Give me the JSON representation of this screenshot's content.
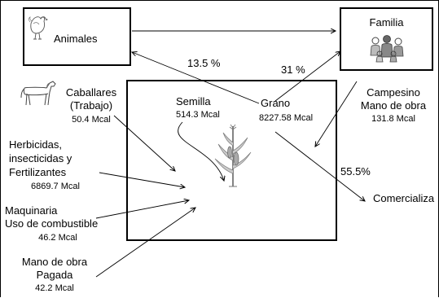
{
  "nodes": {
    "animales": {
      "label": "Animales"
    },
    "familia": {
      "label": "Familia"
    },
    "caballares": {
      "label_line1": "Caballares",
      "label_line2": "(Trabajo)",
      "value": "50.4 Mcal"
    },
    "herbicidas": {
      "label_line1": "Herbicidas,",
      "label_line2": "insecticidas y",
      "label_line3": "Fertilizantes",
      "value": "6869.7 Mcal"
    },
    "maquinaria": {
      "label_line1": "Maquinaria",
      "label_line2": "Uso de combustible",
      "value": "46.2 Mcal"
    },
    "mano_pagada": {
      "label_line1": "Mano de obra",
      "label_line2": "Pagada",
      "value": "42.2 Mcal"
    },
    "semilla": {
      "label": "Semilla",
      "value": "514.3 Mcal"
    },
    "grano": {
      "label": "Grano",
      "value": "8227.58 Mcal"
    },
    "campesino": {
      "label_line1": "Campesino",
      "label_line2": "Mano de obra",
      "value": "131.8 Mcal"
    },
    "comercializa": {
      "label": "Comercializa"
    }
  },
  "flows": {
    "to_animales": "13.5 %",
    "to_familia": "31 %",
    "to_comercializa": "55.5%"
  },
  "icons": [
    "hen-icon",
    "horse-icon",
    "family-icon",
    "corn-plant-icon"
  ]
}
